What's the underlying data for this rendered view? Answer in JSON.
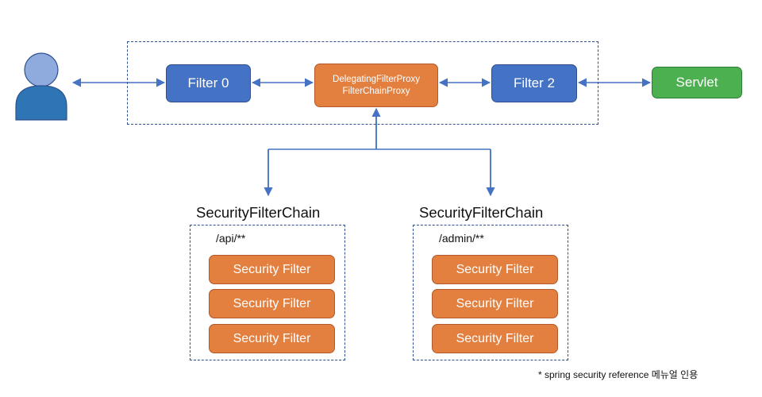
{
  "filters": {
    "filter0": "Filter 0",
    "proxy_line1": "DelegatingFilterProxy",
    "proxy_line2": "FilterChainProxy",
    "filter2": "Filter 2",
    "servlet": "Servlet"
  },
  "chains": [
    {
      "title": "SecurityFilterChain",
      "pattern": "/api/**",
      "filters": [
        "Security Filter",
        "Security Filter",
        "Security Filter"
      ]
    },
    {
      "title": "SecurityFilterChain",
      "pattern": "/admin/**",
      "filters": [
        "Security Filter",
        "Security Filter",
        "Security Filter"
      ]
    }
  ],
  "footnote": "* spring security reference 메뉴얼 인용",
  "colors": {
    "filter_blue": "#4472c4",
    "proxy_orange": "#e38040",
    "servlet_green": "#4caf50",
    "arrow": "#4472c4",
    "user_head": "#8faadc",
    "user_body": "#2e75b6"
  },
  "icons": {
    "client": "user-icon"
  }
}
